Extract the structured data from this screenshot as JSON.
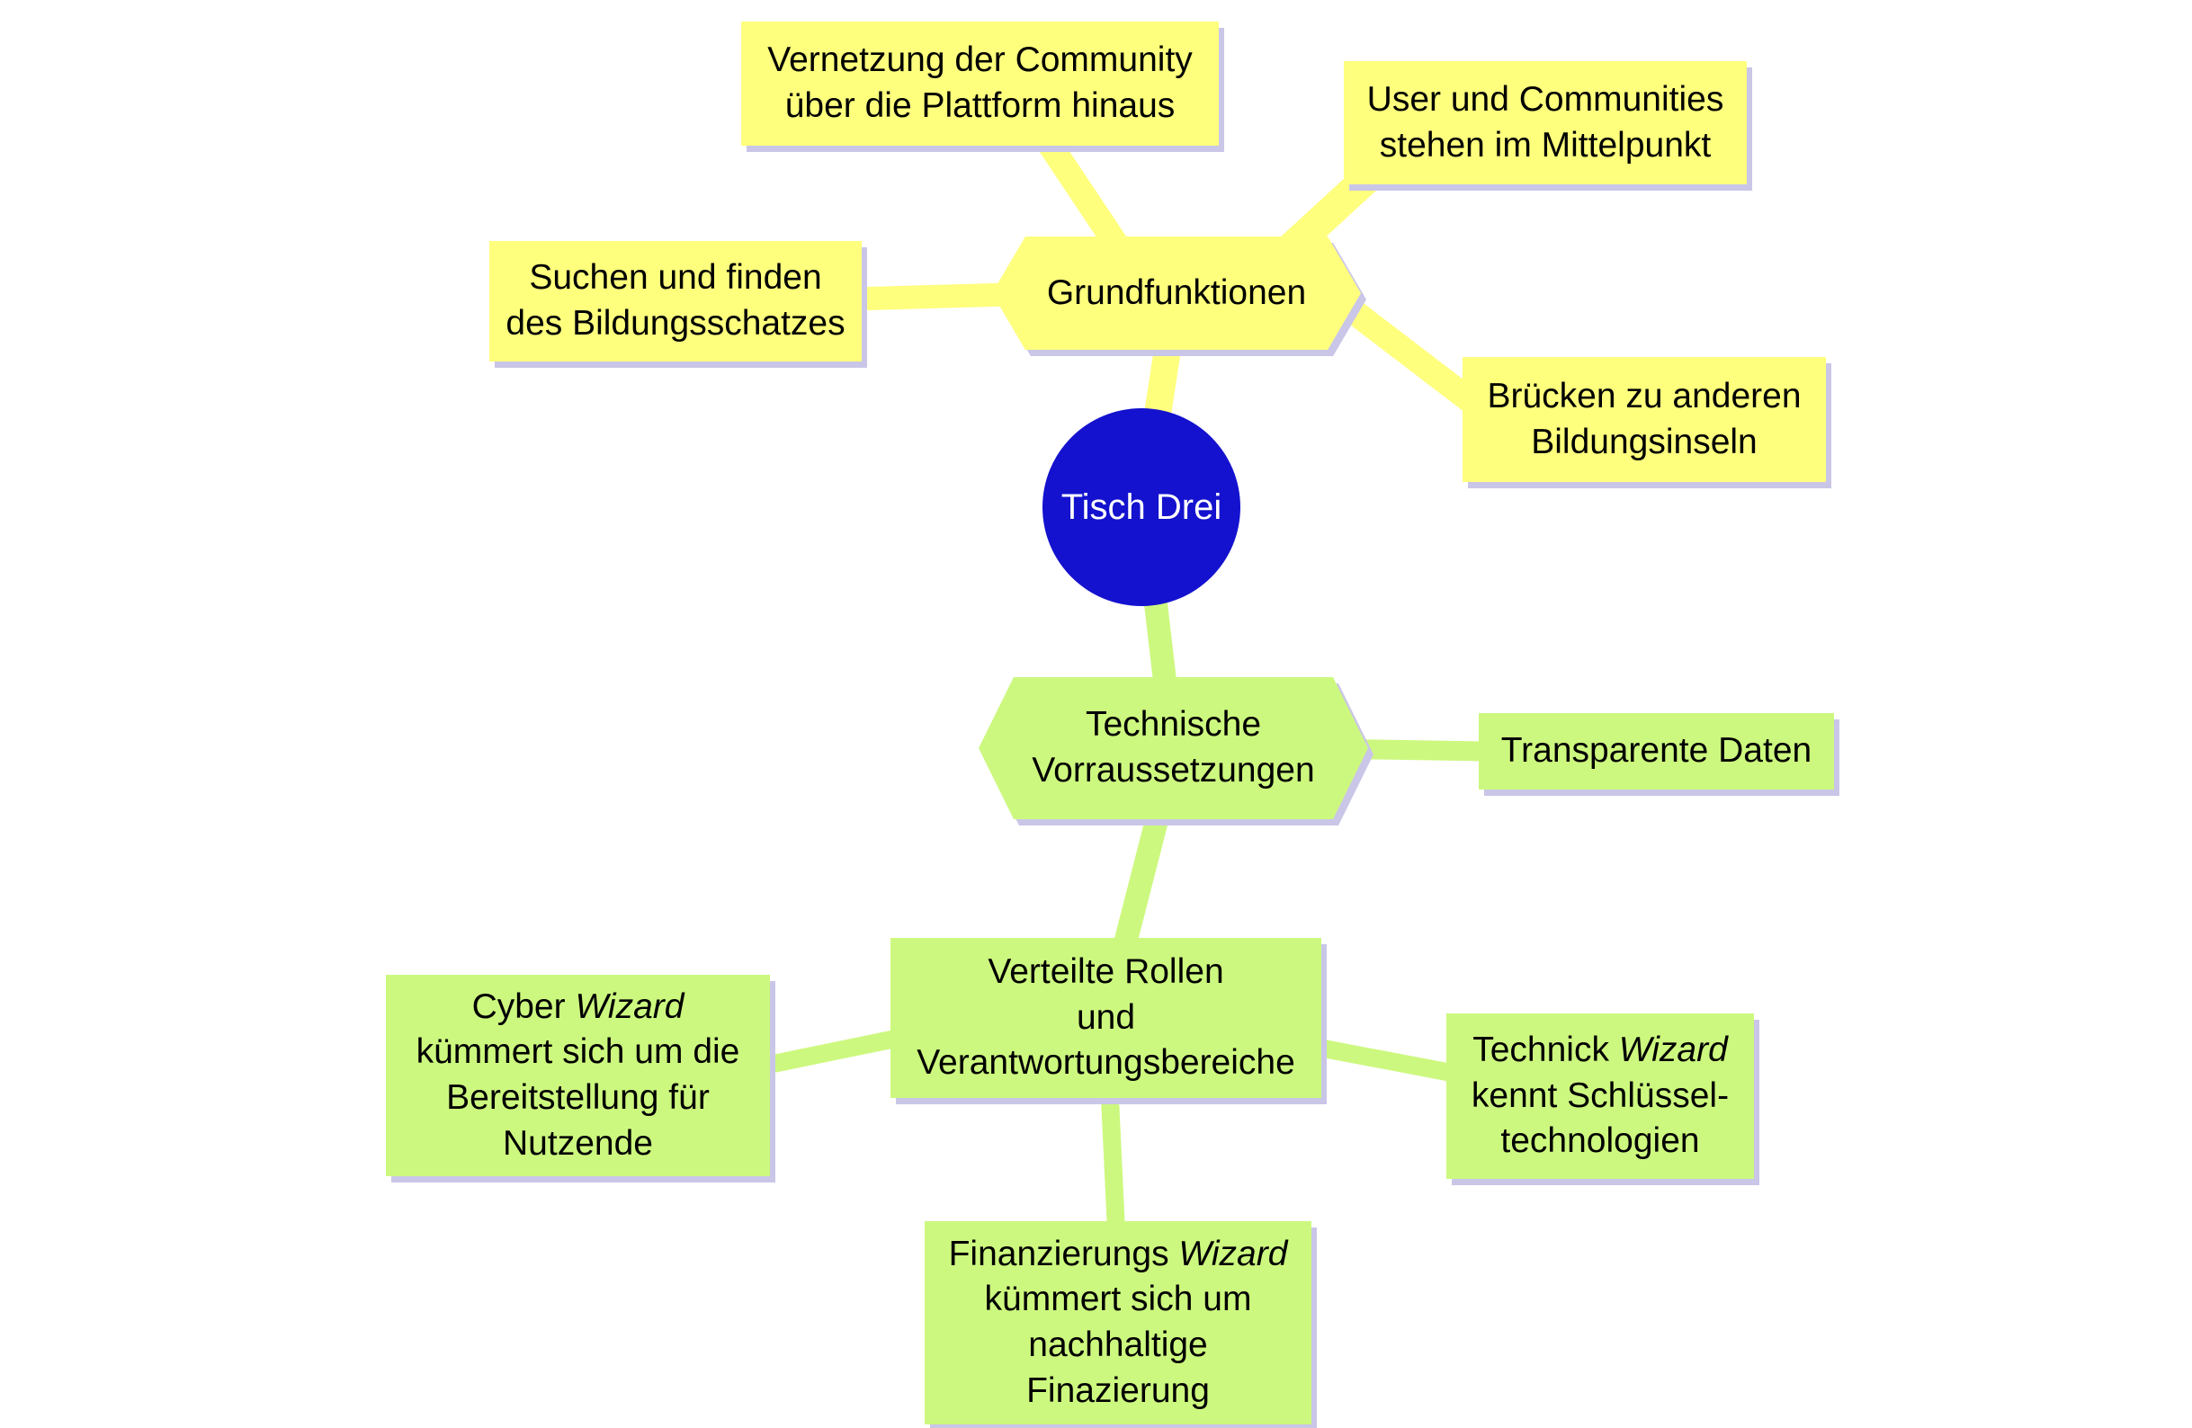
{
  "colors": {
    "yellow": "#FFFF7E",
    "green": "#CDF87F",
    "blue": "#1412CE",
    "shadow": "#C9C6E8"
  },
  "root": {
    "label": "Tisch Drei"
  },
  "grundfunktionen": {
    "label": "Grundfunktionen",
    "children": {
      "vernetzung": {
        "line1": "Vernetzung der Community",
        "line2": "über die Plattform hinaus"
      },
      "user": {
        "line1": "User und Communities",
        "line2": "stehen im Mittelpunkt"
      },
      "suchen": {
        "line1": "Suchen und finden",
        "line2": "des Bildungsschatzes"
      },
      "bruecken": {
        "line1": "Brücken zu anderen",
        "line2": "Bildungsinseln"
      }
    }
  },
  "technische": {
    "line1": "Technische",
    "line2": "Vorraussetzungen",
    "children": {
      "transparente": {
        "line1": "Transparente Daten"
      }
    }
  },
  "verteilte": {
    "line1": "Verteilte Rollen",
    "line2": "und",
    "line3": "Verantwortungsbereiche",
    "children": {
      "cyber": {
        "prefix": "Cyber ",
        "wizard": "Wizard",
        "line2": "kümmert sich um die",
        "line3": "Bereitstellung für",
        "line4": "Nutzende"
      },
      "technick": {
        "prefix": "Technick ",
        "wizard": "Wizard",
        "line2": "kennt Schlüssel-",
        "line3": "technologien"
      },
      "finanzierungs": {
        "prefix": "Finanzierungs ",
        "wizard": "Wizard",
        "line2": "kümmert sich um",
        "line3": "nachhaltige",
        "line4": "Finazierung"
      }
    }
  }
}
